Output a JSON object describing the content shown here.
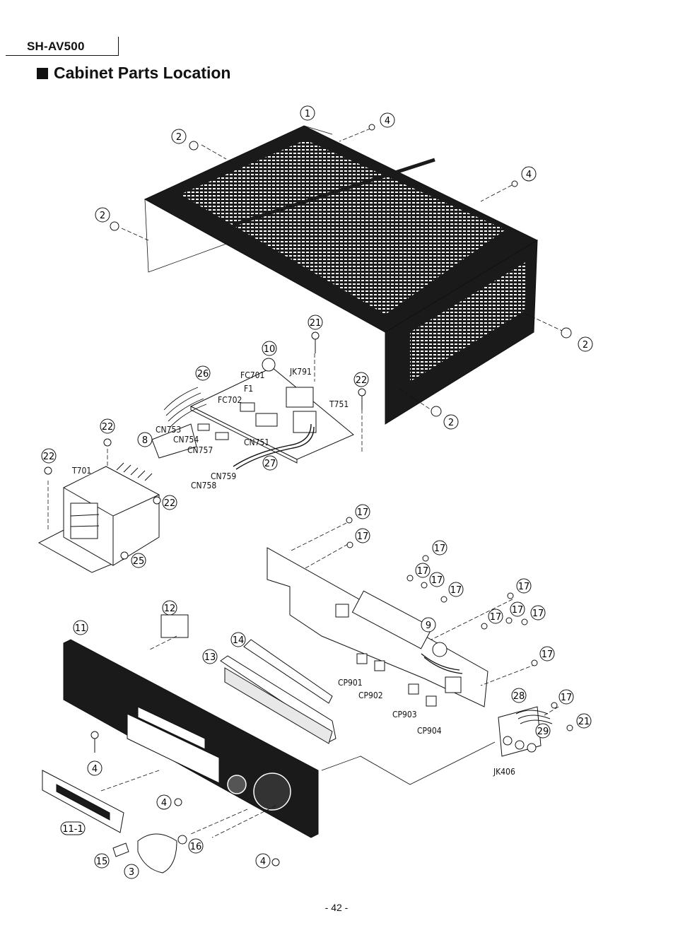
{
  "header": {
    "model": "SH-AV500",
    "section_title": "Cabinet Parts Location"
  },
  "callouts": [
    "1",
    "2",
    "2",
    "2",
    "2",
    "3",
    "4",
    "4",
    "4",
    "4",
    "4",
    "8",
    "9",
    "10",
    "11",
    "11-1",
    "12",
    "13",
    "14",
    "15",
    "16",
    "17",
    "17",
    "17",
    "17",
    "17",
    "17",
    "17",
    "17",
    "17",
    "17",
    "17",
    "17",
    "21",
    "21",
    "22",
    "22",
    "22",
    "22",
    "25",
    "26",
    "27",
    "28",
    "29"
  ],
  "part_labels": [
    "FC701",
    "F1",
    "FC702",
    "JK791",
    "T751",
    "CN753",
    "CN754",
    "CN757",
    "CN751",
    "CN759",
    "CN758",
    "T701",
    "CP901",
    "CP902",
    "CP903",
    "CP904",
    "JK406"
  ],
  "footer": {
    "page_number": "- 42 -"
  },
  "colors": {
    "ink": "#111111",
    "paper": "#ffffff",
    "grille": "#1a1a1a"
  }
}
